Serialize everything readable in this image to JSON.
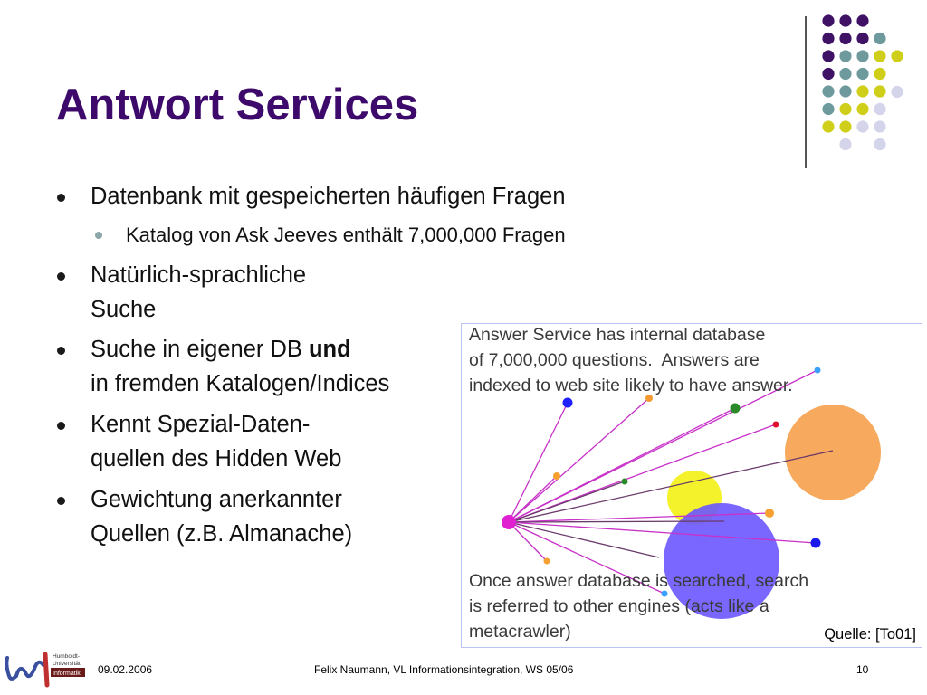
{
  "slide": {
    "title": "Antwort Services",
    "bullets": [
      {
        "lines": [
          "Datenbank mit gespeicherten häufigen Fragen"
        ]
      },
      {
        "lines": [
          "Natürlich-sprachliche",
          "Suche"
        ]
      },
      {
        "line1_pre": "Suche in eigener DB ",
        "line1_bold": "und",
        "line2": "in fremden Katalogen/Indices"
      },
      {
        "lines": [
          "Kennt Spezial-Daten-",
          "quellen des Hidden Web"
        ]
      },
      {
        "lines": [
          "Gewichtung anerkannter",
          "Quellen (z.B. Almanache)"
        ]
      }
    ],
    "subbullets": [
      "Katalog von Ask Jeeves enthält 7,000,000 Fragen"
    ]
  },
  "figure": {
    "top_text": [
      "Answer Service has internal database",
      "of 7,000,000 questions.  Answers are",
      "indexed to web site likely to have answer."
    ],
    "bottom_text": [
      "Once answer database is searched, search",
      "is referred to other engines (acts like a",
      "metacrawler)"
    ],
    "source": "Quelle: [To01]",
    "colors": {
      "hub": "#e020d0",
      "orange": "#f5a040",
      "yellow": "#f0f020",
      "blue": "#6655ff"
    }
  },
  "logo": {
    "line1": "Humboldt-",
    "line2": "Universität",
    "line3": "Informatik"
  },
  "footer": {
    "date": "09.02.2006",
    "center": "Felix Naumann, VL Informationsintegration, WS 05/06",
    "page": "10"
  }
}
